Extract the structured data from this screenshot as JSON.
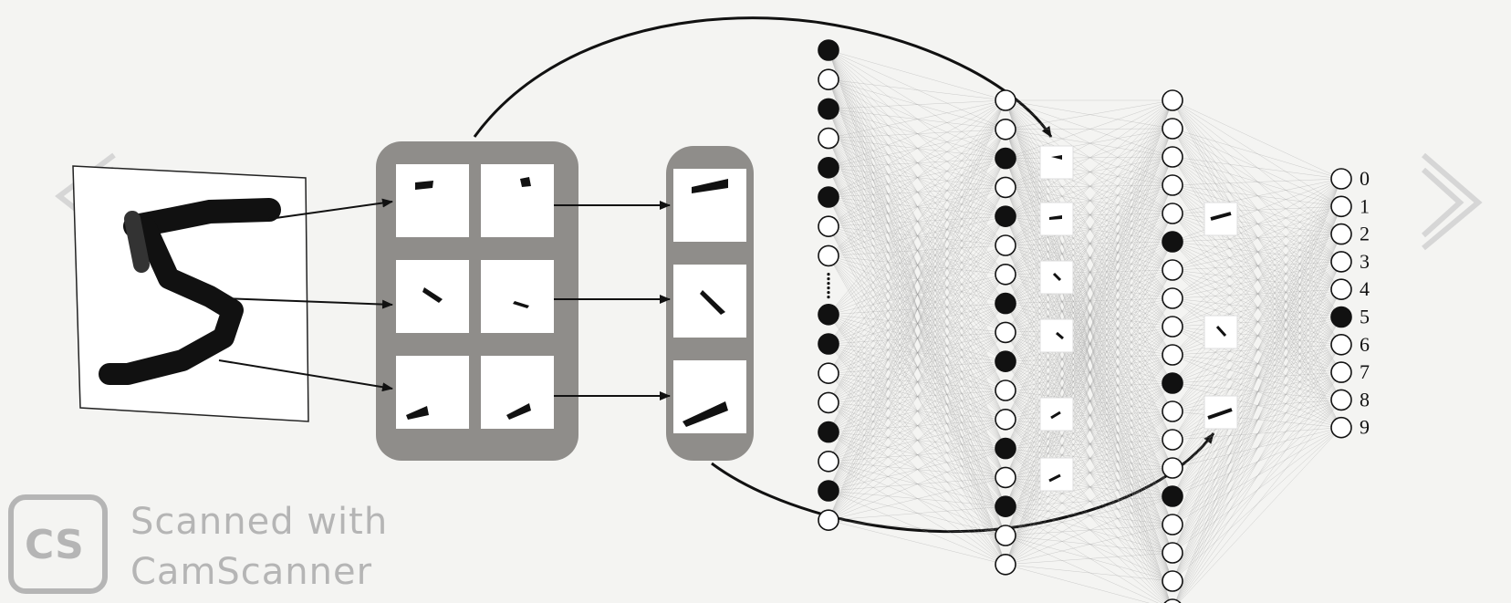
{
  "watermark": {
    "logo_text": "CS",
    "line1": "Scanned with",
    "line2": "CamScanner",
    "color": "#b5b5b5"
  },
  "navigation": {
    "prev_icon": "chevron-left-icon",
    "next_icon": "chevron-right-icon"
  },
  "output_layer": {
    "labels": [
      "0",
      "1",
      "2",
      "3",
      "4",
      "5",
      "6",
      "7",
      "8",
      "9"
    ],
    "active_index": 5
  },
  "input_layer": {
    "activations": [
      1,
      0,
      1,
      0,
      1,
      1,
      0,
      0,
      null,
      1,
      1,
      0,
      0,
      1,
      0,
      1,
      0
    ]
  },
  "hidden_layer_1": {
    "activations": [
      0,
      0,
      1,
      0,
      1,
      0,
      0,
      1,
      0,
      1,
      0,
      0,
      1,
      0,
      1,
      0,
      0
    ]
  },
  "hidden_layer_2": {
    "activations": [
      0,
      0,
      0,
      0,
      0,
      1,
      0,
      0,
      0,
      0,
      1,
      0,
      0,
      0,
      1,
      0,
      0,
      0,
      0
    ]
  },
  "colors": {
    "panel": "#8f8d8a",
    "ink": "#111111",
    "connection": "#9a9a9a",
    "chevron": "#d0d0d0"
  }
}
